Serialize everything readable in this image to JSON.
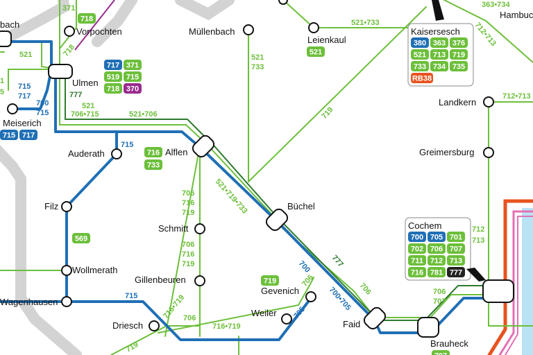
{
  "colors": {
    "bus_green": "#6cbf3a",
    "bus_dark_green": "#2d7a2d",
    "bus_blue": "#1f6fb5",
    "bus_magenta": "#9a2a8f",
    "rail_orange": "#e8531f",
    "rail_pink": "#e36fb4",
    "river_light_blue": "#b9e3f5",
    "road_gray": "#d3d3d3",
    "badge_black": "#222222"
  },
  "stops": {
    "bach": "bach",
    "vorpochten": "Vorpochten",
    "ulmen": "Ulmen",
    "muellenbach": "Müllenbach",
    "leienkaul": "Leienkaul",
    "kaisersesch": "Kaisersesch",
    "hambuch": "Hambuc",
    "meiserich": "Meiserich",
    "auderath": "Auderath",
    "alflen": "Alflen",
    "landkern": "Landkern",
    "greimersburg": "Greimersburg",
    "filz": "Filz",
    "schmitt": "Schmitt",
    "buechel": "Büchel",
    "cochem": "Cochem",
    "wollmerath": "Wollmerath",
    "gillenbeuren": "Gillenbeuren",
    "gevenich": "Gevenich",
    "wagenhausen": "Wagenhausen",
    "weiler": "Weiler",
    "driesch": "Driesch",
    "faid": "Faid",
    "brauheck": "Brauheck"
  },
  "line_labels": {
    "top_371": "371",
    "vorpochten_718": "718",
    "diag_718": "718",
    "bach_521": "521",
    "left_5": "5",
    "left_1": "1",
    "meiserich_715": "715",
    "meiserich_717": "717",
    "ulmen_700": "700",
    "ulmen_715": "715",
    "ulmen_777": "777",
    "ulmen_521": "521",
    "ulmen_706_715": "706•715",
    "corridor_521_706": "521•706",
    "muellenbach_521": "521",
    "muellenbach_733": "733",
    "leienkaul_521_733": "521•733",
    "diag_719": "719",
    "auderath_715": "715",
    "hambuch_363_734": "363•734",
    "hambuch_712_713": "712•713",
    "landkern_712_713": "712•713",
    "alflen_diag": "521•719•733",
    "schmitt_706_a": "706",
    "schmitt_716_a": "716",
    "schmitt_719_a": "719",
    "schmitt_706_b": "706",
    "schmitt_716_b": "716",
    "schmitt_719_b": "719",
    "cochem_712": "712",
    "cochem_713": "713",
    "buechel_700": "700",
    "buechel_777": "777",
    "gevenich_706": "706",
    "faid_706": "706",
    "faid_700_705": "700•705",
    "weiler_705": "705",
    "wagenhausen_715": "715",
    "driesch_716_719": "716•719",
    "driesch_706": "706",
    "bottom_716_719": "716•719",
    "bottom_719": "719",
    "cochem_in_706": "706",
    "cochem_in_707": "707"
  },
  "badges": {
    "vorpochten": [
      {
        "text": "718",
        "color": "green"
      }
    ],
    "ulmen_row1": [
      {
        "text": "717",
        "color": "blue"
      },
      {
        "text": "371",
        "color": "green"
      }
    ],
    "ulmen_row2": [
      {
        "text": "519",
        "color": "green"
      },
      {
        "text": "715",
        "color": "green"
      }
    ],
    "ulmen_row3": [
      {
        "text": "718",
        "color": "green"
      },
      {
        "text": "370",
        "color": "magenta"
      }
    ],
    "leienkaul": [
      {
        "text": "521",
        "color": "green"
      }
    ],
    "meiserich": [
      {
        "text": "715",
        "color": "blue"
      },
      {
        "text": "717",
        "color": "blue"
      }
    ],
    "alflen_row1": [
      {
        "text": "716",
        "color": "green"
      }
    ],
    "alflen_row2": [
      {
        "text": "733",
        "color": "green"
      }
    ],
    "wollmerath": [
      {
        "text": "569",
        "color": "green"
      }
    ],
    "gevenich": [
      {
        "text": "719",
        "color": "green"
      }
    ],
    "kaisersesch_row1": [
      {
        "text": "380",
        "color": "blue"
      },
      {
        "text": "363",
        "color": "green"
      },
      {
        "text": "376",
        "color": "green"
      }
    ],
    "kaisersesch_row2": [
      {
        "text": "521",
        "color": "green"
      },
      {
        "text": "713",
        "color": "green"
      },
      {
        "text": "719",
        "color": "green"
      }
    ],
    "kaisersesch_row3": [
      {
        "text": "733",
        "color": "green"
      },
      {
        "text": "734",
        "color": "green"
      },
      {
        "text": "735",
        "color": "green"
      }
    ],
    "kaisersesch_row4": [
      {
        "text": "RB38",
        "color": "orange"
      }
    ],
    "cochem_row1": [
      {
        "text": "700",
        "color": "blue"
      },
      {
        "text": "705",
        "color": "blue"
      },
      {
        "text": "701",
        "color": "green"
      }
    ],
    "cochem_row2": [
      {
        "text": "702",
        "color": "green"
      },
      {
        "text": "706",
        "color": "green"
      },
      {
        "text": "707",
        "color": "green"
      }
    ],
    "cochem_row3": [
      {
        "text": "711",
        "color": "green"
      },
      {
        "text": "712",
        "color": "green"
      },
      {
        "text": "713",
        "color": "green"
      }
    ],
    "cochem_row4": [
      {
        "text": "716",
        "color": "green"
      },
      {
        "text": "781",
        "color": "green"
      },
      {
        "text": "777",
        "color": "black"
      }
    ],
    "brauheck": [
      {
        "text": "707",
        "color": "green"
      }
    ]
  }
}
